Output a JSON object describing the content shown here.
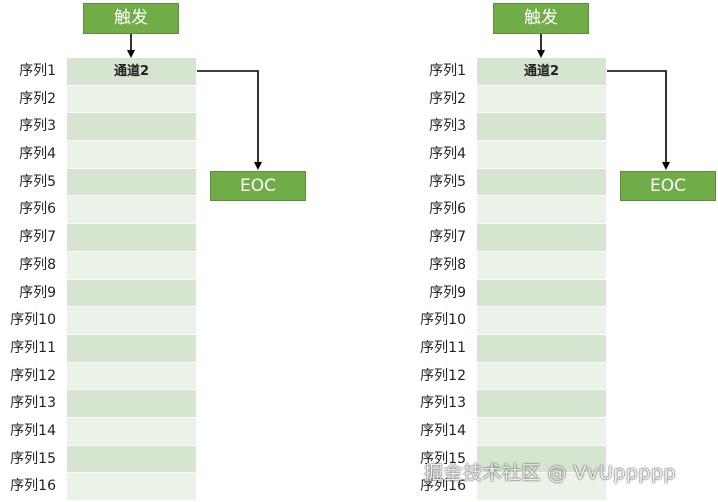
{
  "trigger_label": "触发",
  "eoc_label": "EOC",
  "channel_label": "通道2",
  "sequences": [
    "序列1",
    "序列2",
    "序列3",
    "序列4",
    "序列5",
    "序列6",
    "序列7",
    "序列8",
    "序列9",
    "序列10",
    "序列11",
    "序列12",
    "序列13",
    "序列14",
    "序列15",
    "序列16"
  ],
  "watermark": "掘金技术社区 @ VvUppppp",
  "colors": {
    "green": "#70ad47",
    "row_dark": "#d5e5cf",
    "row_light": "#ebf3e8"
  }
}
